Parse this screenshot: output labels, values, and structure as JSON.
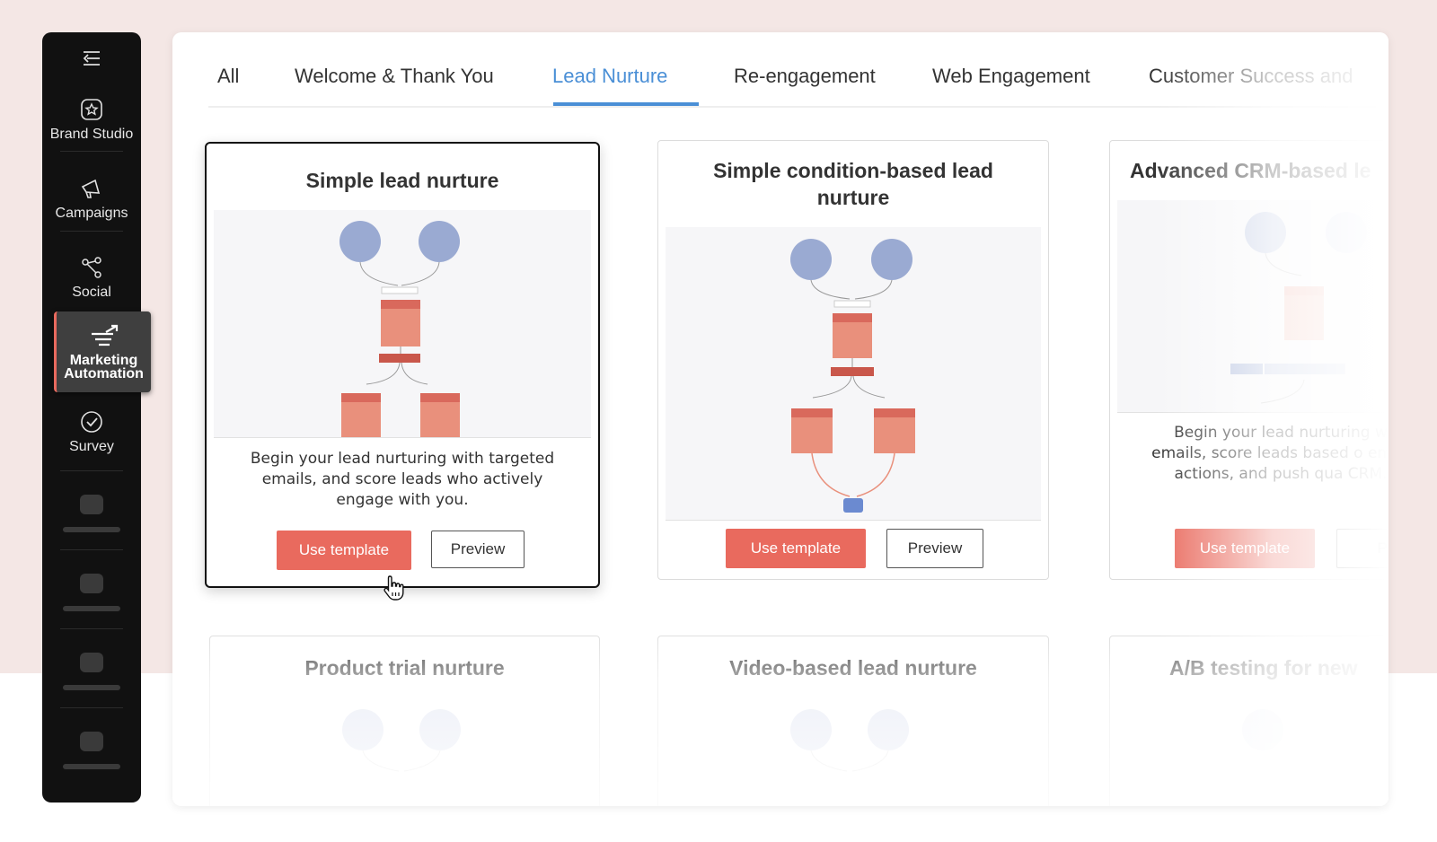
{
  "sidebar": {
    "items": [
      {
        "label": "Brand Studio",
        "icon": "brand-studio-icon"
      },
      {
        "label": "Campaigns",
        "icon": "megaphone-icon"
      },
      {
        "label": "Social",
        "icon": "share-icon"
      },
      {
        "label": "Marketing Automation",
        "icon": "automation-icon",
        "active": true
      },
      {
        "label": "Survey",
        "icon": "check-circle-icon"
      }
    ]
  },
  "tabs": [
    {
      "label": "All"
    },
    {
      "label": "Welcome & Thank You"
    },
    {
      "label": "Lead Nurture",
      "active": true
    },
    {
      "label": "Re-engagement"
    },
    {
      "label": "Web Engagement"
    },
    {
      "label": "Customer Success and"
    }
  ],
  "cards": [
    {
      "title": "Simple lead nurture",
      "description": "Begin your lead nurturing with targeted emails, and score leads who actively engage with you.",
      "use_label": "Use template",
      "preview_label": "Preview"
    },
    {
      "title": "Simple condition-based lead nurture",
      "use_label": "Use template",
      "preview_label": "Preview"
    },
    {
      "title": "Advanced CRM-based le",
      "description": "Begin your lead nurturing w emails, score leads based o email actions, and push qua CRM.",
      "use_label": "Use template",
      "preview_label": "Pr"
    },
    {
      "title": "Product trial nurture"
    },
    {
      "title": "Video-based lead nurture"
    },
    {
      "title": "A/B testing for new"
    }
  ],
  "colors": {
    "accent": "#e96a5e",
    "tab_active": "#4a8fd6",
    "sidebar_bg": "#111111",
    "node_blue": "#9aaad2",
    "node_orange": "#e9907c"
  }
}
